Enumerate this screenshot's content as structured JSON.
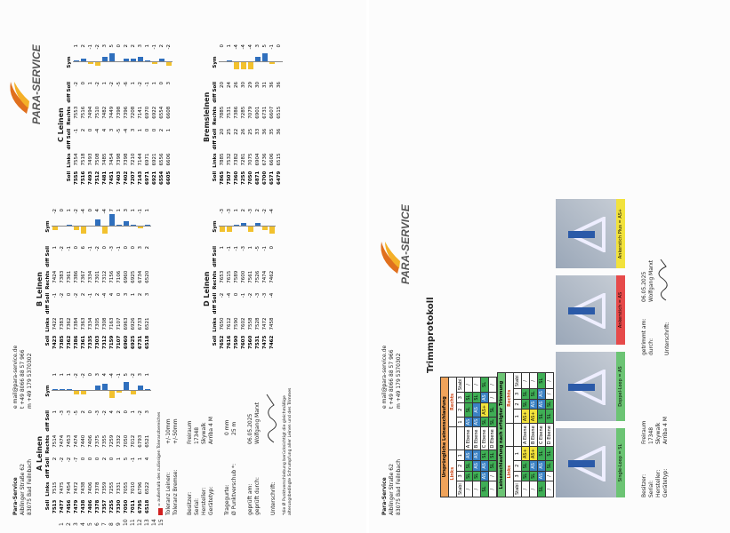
{
  "left_sheet": {
    "company": {
      "name": "Para-Service",
      "street": "Aiblinger Straße 62",
      "city": "83075 Bad Feilnbach"
    },
    "contact": {
      "email": "e mail@para-service.de",
      "phone": "t +49 8066 88 57 966",
      "mobile": "m +49 179 5370302"
    },
    "logo": "PARA-SERVICE",
    "a_lines": {
      "title": "A Leinen",
      "headers": [
        "Soll",
        "Links",
        "diff Soll",
        "Rechts",
        "diff Soll",
        "Sym"
      ],
      "rows": [
        [
          "7513",
          "7515",
          "2",
          "7514",
          "1",
          "1"
        ],
        [
          "7477",
          "7475",
          "-2",
          "7474",
          "-3",
          "1"
        ],
        [
          "7456",
          "7454",
          "-2",
          "7453",
          "-3",
          "1"
        ],
        [
          "7479",
          "7472",
          "-7",
          "7474",
          "-5",
          "-2"
        ],
        [
          "7438",
          "7438",
          "0",
          "7440",
          "2",
          "-2"
        ],
        [
          "7406",
          "7406",
          "0",
          "7406",
          "0",
          "0"
        ],
        [
          "7378",
          "7378",
          "0",
          "7375",
          "-3",
          "3"
        ],
        [
          "7357",
          "7359",
          "2",
          "7355",
          "-2",
          "4"
        ],
        [
          "7255",
          "7255",
          "0",
          "7259",
          "4",
          "-4"
        ],
        [
          "7330",
          "7331",
          "1",
          "7332",
          "2",
          "-1"
        ],
        [
          "7050",
          "7055",
          "5",
          "7050",
          "0",
          "5"
        ],
        [
          "7011",
          "7010",
          "-1",
          "7012",
          "1",
          "-2"
        ],
        [
          "6795",
          "6796",
          "1",
          "6793",
          "-2",
          "3"
        ],
        [
          "6518",
          "6522",
          "4",
          "6521",
          "3",
          "1"
        ]
      ],
      "syms": [
        1,
        1,
        1,
        -2,
        -2,
        0,
        3,
        4,
        -4,
        -1,
        5,
        -2,
        3,
        1
      ]
    },
    "b_lines": {
      "title": "B Leinen",
      "headers": [
        "Soll",
        "Links",
        "diff Soll",
        "Rechts",
        "diff Soll",
        "Sym"
      ],
      "rows": [
        [
          "7423",
          "7422",
          "-1",
          "7424",
          "1",
          "-2"
        ],
        [
          "7385",
          "7383",
          "-2",
          "7383",
          "-2",
          "0"
        ],
        [
          "7362",
          "7362",
          "0",
          "7361",
          "-1",
          "1"
        ],
        [
          "7386",
          "7384",
          "-2",
          "7386",
          "0",
          "-2"
        ],
        [
          "7361",
          "7363",
          "2",
          "7367",
          "6",
          "-4"
        ],
        [
          "7335",
          "7334",
          "-1",
          "7334",
          "-1",
          "0"
        ],
        [
          "7303",
          "7305",
          "2",
          "7301",
          "-2",
          "4"
        ],
        [
          "7312",
          "7308",
          "-4",
          "7312",
          "0",
          "-4"
        ],
        [
          "7159",
          "7163",
          "4",
          "7156",
          "-3",
          "7"
        ],
        [
          "7107",
          "7107",
          "0",
          "7106",
          "-1",
          "1"
        ],
        [
          "6960",
          "6963",
          "3",
          "6960",
          "0",
          "3"
        ],
        [
          "6925",
          "6926",
          "1",
          "6925",
          "0",
          "1"
        ],
        [
          "6731",
          "6733",
          "2",
          "6734",
          "3",
          "-1"
        ],
        [
          "6518",
          "6521",
          "3",
          "6520",
          "2",
          "1"
        ]
      ],
      "syms": [
        -2,
        0,
        1,
        -2,
        -4,
        0,
        4,
        -4,
        7,
        1,
        3,
        1,
        -1,
        1
      ]
    },
    "c_lines": {
      "title": "C Leinen",
      "headers": [
        "Soll",
        "Links",
        "diff Soll",
        "Rechts",
        "diff Soll",
        "Sym"
      ],
      "rows": [
        [
          "7555",
          "7554",
          "-1",
          "7553",
          "-2",
          "1"
        ],
        [
          "7516",
          "7518",
          "2",
          "7516",
          "0",
          "2"
        ],
        [
          "7493",
          "7493",
          "0",
          "7494",
          "1",
          "-1"
        ],
        [
          "7512",
          "7508",
          "-4",
          "7510",
          "-2",
          "-2"
        ],
        [
          "7481",
          "7485",
          "4",
          "7482",
          "1",
          "3"
        ],
        [
          "7451",
          "7454",
          "3",
          "7449",
          "-2",
          "5"
        ],
        [
          "7403",
          "7398",
          "-5",
          "7398",
          "-5",
          "0"
        ],
        [
          "7402",
          "7398",
          "-4",
          "7396",
          "-6",
          "2"
        ],
        [
          "7207",
          "7210",
          "3",
          "7208",
          "1",
          "2"
        ],
        [
          "7143",
          "7144",
          "1",
          "7141",
          "-2",
          "3"
        ],
        [
          "6971",
          "6971",
          "0",
          "6970",
          "-1",
          "1"
        ],
        [
          "6921",
          "6921",
          "0",
          "6922",
          "1",
          "-1"
        ],
        [
          "6554",
          "6556",
          "2",
          "6554",
          "0",
          "2"
        ],
        [
          "6605",
          "6606",
          "1",
          "6608",
          "3",
          "-2"
        ]
      ],
      "syms": [
        1,
        2,
        -1,
        -2,
        3,
        5,
        0,
        2,
        2,
        3,
        1,
        -1,
        2,
        -2
      ]
    },
    "d_lines": {
      "title": "D Leinen",
      "headers": [
        "Soll",
        "Links",
        "diff Soll",
        "Rechts",
        "diff Soll",
        "Sym"
      ],
      "rows": [
        [
          "7652",
          "7650",
          "-2",
          "7653",
          "1",
          "-3"
        ],
        [
          "7616",
          "7612",
          "-4",
          "7615",
          "-1",
          "-3"
        ],
        [
          "7590",
          "7590",
          "0",
          "7589",
          "-1",
          "1"
        ],
        [
          "7603",
          "7602",
          "-1",
          "7600",
          "-3",
          "2"
        ],
        [
          "7560",
          "7558",
          "-2",
          "7561",
          "1",
          "-3"
        ],
        [
          "7531",
          "7528",
          "-3",
          "7526",
          "-5",
          "2"
        ],
        [
          "7475",
          "7472",
          "-3",
          "7474",
          "-1",
          "-2"
        ],
        [
          "7462",
          "7458",
          "-4",
          "7462",
          "0",
          "-4"
        ]
      ],
      "syms": [
        -3,
        -3,
        1,
        2,
        -3,
        2,
        -2,
        -4
      ]
    },
    "brake_lines": {
      "title": "Bremsleinen",
      "headers": [
        "Soll",
        "Links",
        "diff Soll",
        "Rechts",
        "diff Soll",
        "Sym"
      ],
      "rows": [
        [
          "7865",
          "7885",
          "20",
          "7885",
          "20",
          "0"
        ],
        [
          "7507",
          "7532",
          "25",
          "7531",
          "24",
          "1"
        ],
        [
          "7360",
          "7382",
          "22",
          "7386",
          "26",
          "-4"
        ],
        [
          "7255",
          "7281",
          "26",
          "7285",
          "30",
          "-4"
        ],
        [
          "7050",
          "7075",
          "25",
          "7079",
          "29",
          "-4"
        ],
        [
          "6871",
          "6904",
          "33",
          "6901",
          "30",
          "3"
        ],
        [
          "6700",
          "6736",
          "36",
          "6731",
          "31",
          "5"
        ],
        [
          "6571",
          "6606",
          "35",
          "6607",
          "36",
          "-1"
        ],
        [
          "6479",
          "6515",
          "36",
          "6515",
          "36",
          "0"
        ]
      ],
      "syms": [
        0,
        1,
        -4,
        -4,
        -4,
        3,
        5,
        -1,
        0
      ]
    },
    "row_numbers": [
      "1",
      "2",
      "3",
      "4",
      "5",
      "6",
      "7",
      "8",
      "9",
      "10",
      "11",
      "12",
      "13",
      "14",
      "15"
    ],
    "legend": "= außerhalb des zulässigen Toleranzbereiches",
    "tolerances": [
      {
        "label": "Toleranz Leinen:",
        "value": "+/-10mm"
      },
      {
        "label": "Toleranz Bremse:",
        "value": "+/-50mm"
      }
    ],
    "meta": [
      {
        "label": "Besitzer:",
        "value": "Freiraum"
      },
      {
        "label": "Serial:",
        "value": "17348"
      },
      {
        "label": "Hersteller:",
        "value": "Skywalk"
      },
      {
        "label": "Gerätetyp:",
        "value": "Arriba 4 M"
      }
    ],
    "extra": [
      {
        "label": "Tragegurte:",
        "value": "0 mm"
      },
      {
        "label": "Ø Punktverschub *:",
        "value": "25 m"
      }
    ],
    "checked": {
      "label1": "geprüft am:",
      "date": "06.05.2025",
      "label2": "geprüft durch:",
      "person": "Wolfgang Marxt"
    },
    "signature_label": "Unterschrift:",
    "footnote1": "*die Ø Punktverschiebung berücksichtigt die gleichmäßige",
    "footnote2": "alterungsbedingte Schrumpfung aller Leinen und des Trimmes"
  },
  "right_sheet": {
    "company": {
      "name": "Para-Service",
      "street": "Aiblinger Straße 62",
      "city": "83075 Bad Feilnbach"
    },
    "contact": {
      "email": "e mail@para-service.de",
      "phone": "t +49 8066 88 57 966",
      "mobile": "m +49 179 5370302"
    },
    "logo": "PARA-SERVICE",
    "title": "Trimmprotokoll",
    "table1": {
      "heading": "Ursprüngliche Leinenschlaufung",
      "left_label": "Links",
      "right_label": "Rechts",
      "left_cols": [
        "Stabi",
        "3",
        "2",
        "1"
      ],
      "right_cols": [
        "1",
        "2",
        "3",
        "Stabi"
      ],
      "rows": [
        {
          "left": [
            "/",
            "SL",
            "SL",
            "AS"
          ],
          "mid": "A Ebene",
          "right": [
            "AS",
            "SL",
            "SL",
            "/"
          ]
        },
        {
          "left": [
            "/",
            "SL",
            "AS",
            "AS"
          ],
          "mid": "B Ebene",
          "right": [
            "AS",
            "AS",
            "SL",
            "/"
          ]
        },
        {
          "left": [
            "SL",
            "AS",
            "AS",
            "SL"
          ],
          "mid": "C Ebene",
          "right": [
            "SL",
            "AS+",
            "AS",
            "SL"
          ]
        },
        {
          "left": [
            "/",
            "/",
            "SL",
            "SL"
          ],
          "mid": "D Ebene",
          "right": [
            "SL",
            "SL",
            "/",
            "/"
          ]
        }
      ]
    },
    "table2": {
      "heading": "Leinenschlaufung nach erfolgter Trimmung",
      "left_label": "Links",
      "right_label": "Rechts",
      "left_cols": [
        "Stabi",
        "3",
        "2",
        "1"
      ],
      "right_cols": [
        "1",
        "2",
        "3",
        "Stabi"
      ],
      "rows": [
        {
          "left": [
            "/",
            "SL",
            "SL",
            "AS+"
          ],
          "mid": "A Ebene",
          "right": [
            "AS+",
            "SL",
            "SL",
            "/"
          ]
        },
        {
          "left": [
            "/",
            "SL",
            "AS",
            "AS+"
          ],
          "mid": "B Ebene",
          "right": [
            "AS+",
            "AS",
            "SL",
            "/"
          ]
        },
        {
          "left": [
            "SL",
            "AS",
            "AS",
            "SL"
          ],
          "mid": "C Ebene",
          "right": [
            "SL",
            "AS",
            "AS",
            "SL"
          ]
        },
        {
          "left": [
            "/",
            "/",
            "SL",
            "SL"
          ],
          "mid": "D Ebene",
          "right": [
            "SL",
            "SL",
            "/",
            "/"
          ]
        }
      ]
    },
    "photos": [
      "Single-Loop = SL",
      "Doppel-Loop = AS",
      "Ankerstich = AS",
      "Ankerstich Plus = AS+"
    ],
    "meta": [
      {
        "label": "Besitzer:",
        "value": "Freiraum"
      },
      {
        "label": "Serial:",
        "value": "17348"
      },
      {
        "label": "Hersteller:",
        "value": "Skywalk"
      },
      {
        "label": "Gerätetyp:",
        "value": "Arriba 4 M"
      }
    ],
    "trimmed": {
      "label1": "getrimmt am:",
      "label2": "durch:",
      "date": "06.05.2025",
      "person": "Wolfgang Marxt"
    },
    "signature_label": "Unterschrift:"
  },
  "colors": {
    "bar_blue": "#2f6fbd",
    "bar_yellow": "#f2c12e",
    "orange": "#f0a35a",
    "green": "#6cc474",
    "red": "#d12020"
  }
}
